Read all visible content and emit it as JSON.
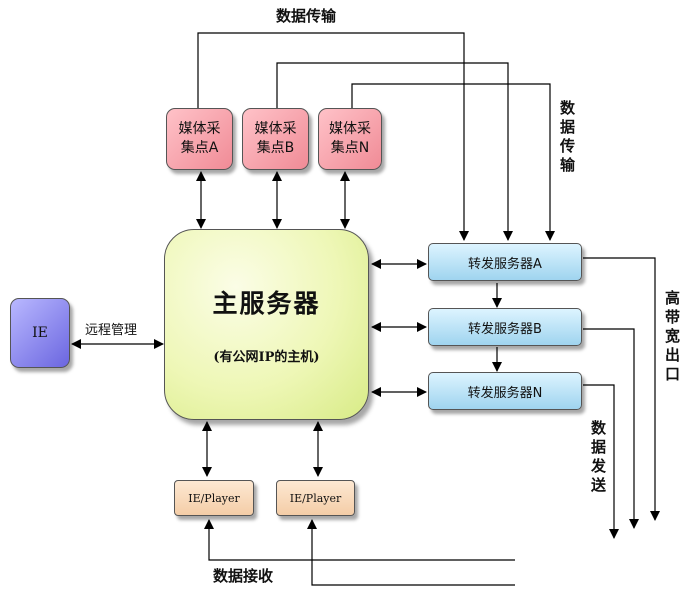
{
  "media_nodes": [
    {
      "line1": "媒体采",
      "line2": "集点A"
    },
    {
      "line1": "媒体采",
      "line2": "集点B"
    },
    {
      "line1": "媒体采",
      "line2": "集点N"
    }
  ],
  "main_server": {
    "title": "主服务器",
    "subtitle": "(有公网IP的主机)"
  },
  "forward_servers": [
    "转发服务器A",
    "转发服务器B",
    "转发服务器N"
  ],
  "ie_client": "IE",
  "players": [
    "IE/Player",
    "IE/Player"
  ],
  "labels": {
    "data_transfer_top": "数据传输",
    "data_transfer_side": "数据传输",
    "remote_mgmt": "远程管理",
    "high_bandwidth": "高带宽出口",
    "data_send": "数据发送",
    "data_receive": "数据接收"
  }
}
